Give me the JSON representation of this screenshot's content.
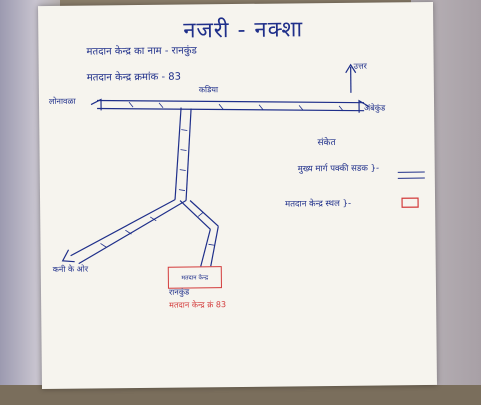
{
  "map": {
    "title": "नजरी - नक्शा",
    "line1": "मतदान केन्द्र का नाम - रानकुंड",
    "line2": "मतदान केन्द्र क्रमांक - 83",
    "north_label": "उत्तर",
    "top_road_label": "कडिया",
    "west_label": "लोनावळा",
    "east_label": "अंबेकुंड",
    "legend_title": "संकेत",
    "legend_road": "मुख्य मार्ग पक्की सडक }-",
    "legend_station": "मतदान केन्द्र स्थल }-",
    "village_label": "कनी के ओर",
    "station_box_text": "मतदान केन्द्र",
    "station_label": "रानकुंड",
    "red_label": "मतदान केन्द्र क्रं 83",
    "colors": {
      "ink": "#1f2f8a",
      "marker": "#d33b3b",
      "paper": "#f6f4ee"
    }
  }
}
